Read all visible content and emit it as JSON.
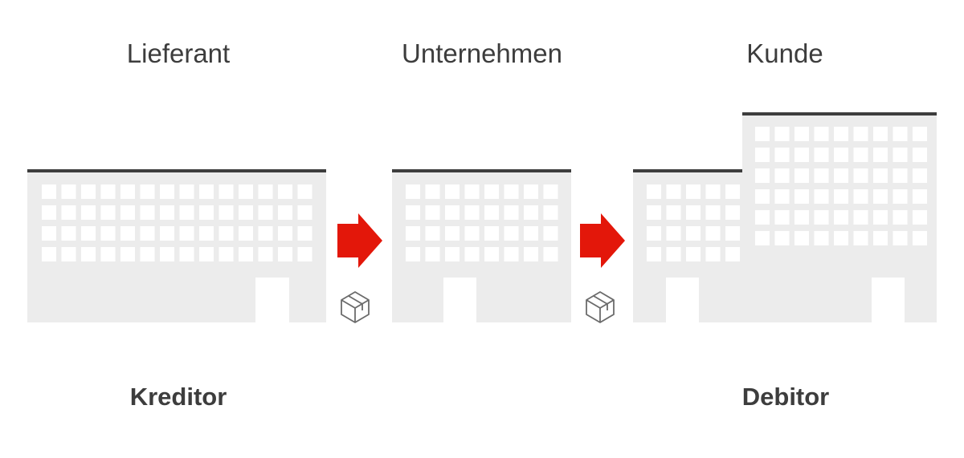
{
  "roles": {
    "supplier": "Lieferant",
    "company": "Unternehmen",
    "customer": "Kunde"
  },
  "accounts": {
    "creditor": "Kreditor",
    "debtor": "Debitor"
  },
  "colors": {
    "building": "#ececec",
    "roof": "#3d3d3d",
    "window": "#ffffff",
    "arrow": "#e3170a",
    "package_stroke": "#6b6b6b",
    "text": "#3d3d3d"
  },
  "icons": {
    "flow_arrow": "right-arrow-icon",
    "goods": "package-box-icon"
  }
}
